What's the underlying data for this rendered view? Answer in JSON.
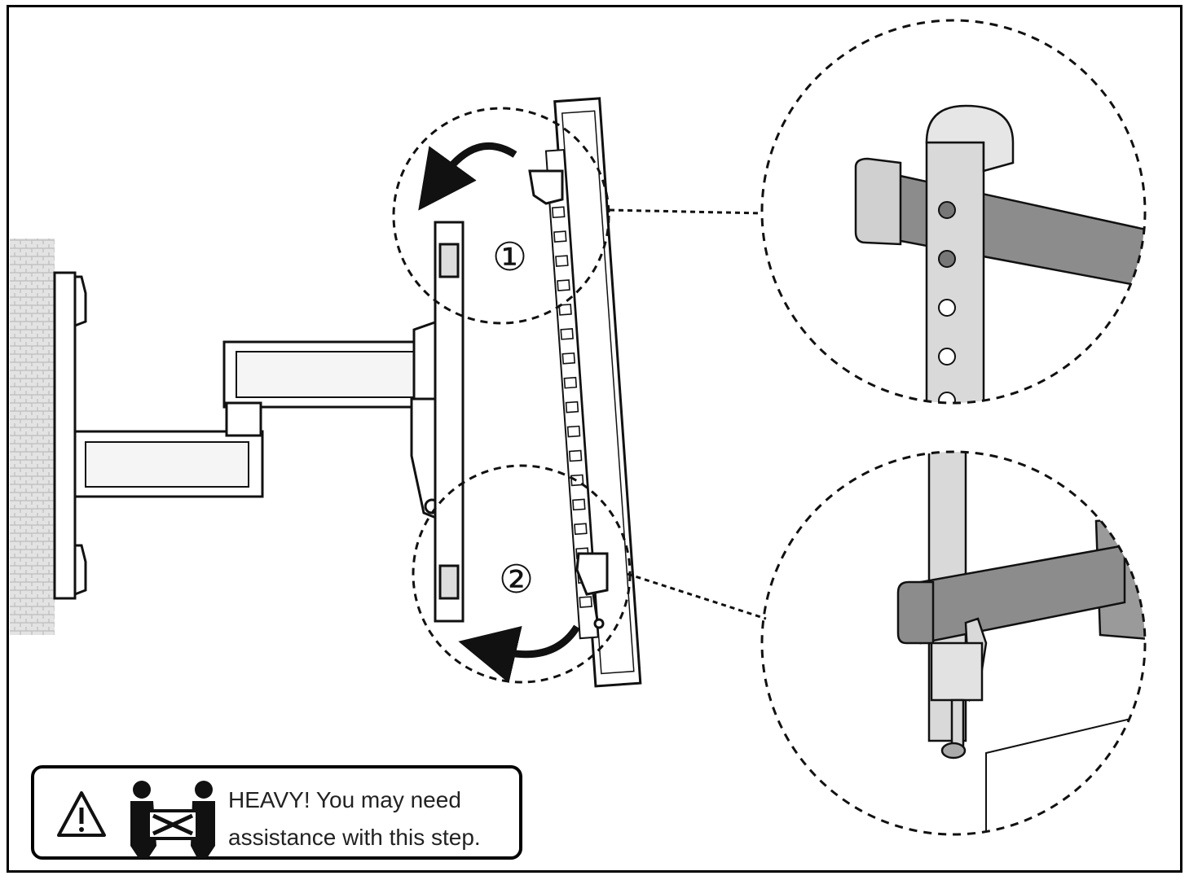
{
  "steps": {
    "step1": "①",
    "step2": "②"
  },
  "warning": {
    "line1": "HEAVY! You may need",
    "line2": "assistance with this step.",
    "icon": "warning-triangle-icon",
    "pictogram": "two-person-lift-icon"
  },
  "colors": {
    "line": "#000000",
    "part_gray": "#8c8c8c",
    "part_light": "#d9d9d9",
    "wall": "#cfcfcf"
  }
}
